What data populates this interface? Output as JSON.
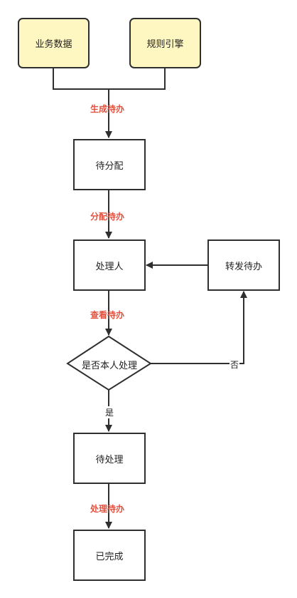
{
  "nodes": {
    "business_data": "业务数据",
    "rule_engine": "规则引擎",
    "pending_assign": "待分配",
    "handler": "处理人",
    "forward_todo": "转发待办",
    "decision": "是否本人处理",
    "pending_process": "待处理",
    "completed": "已完成"
  },
  "edges": {
    "generate_todo": "生成待办",
    "assign_todo": "分配待办",
    "view_todo": "查看待办",
    "no": "否",
    "yes": "是",
    "process_todo": "处理待办"
  },
  "colors": {
    "node_fill_input": "#fff7c2",
    "edge_label": "#e0523f",
    "stroke": "#2f2f2f"
  }
}
